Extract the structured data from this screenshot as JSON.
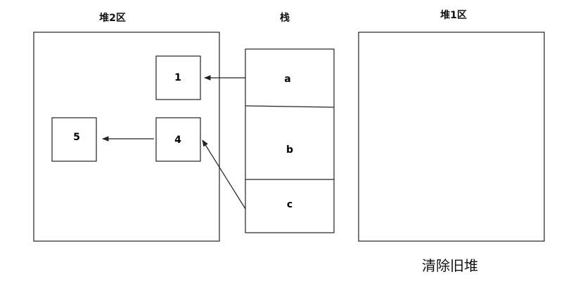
{
  "titles": {
    "heap2": "堆2区",
    "stack": "栈",
    "heap1": "堆1区"
  },
  "caption": "清除旧堆",
  "heap2_objects": {
    "obj1": "1",
    "obj4": "4",
    "obj5": "5"
  },
  "stack_slots": {
    "a": "a",
    "b": "b",
    "c": "c"
  },
  "colors": {
    "line": "#222222",
    "background": "#ffffff"
  }
}
